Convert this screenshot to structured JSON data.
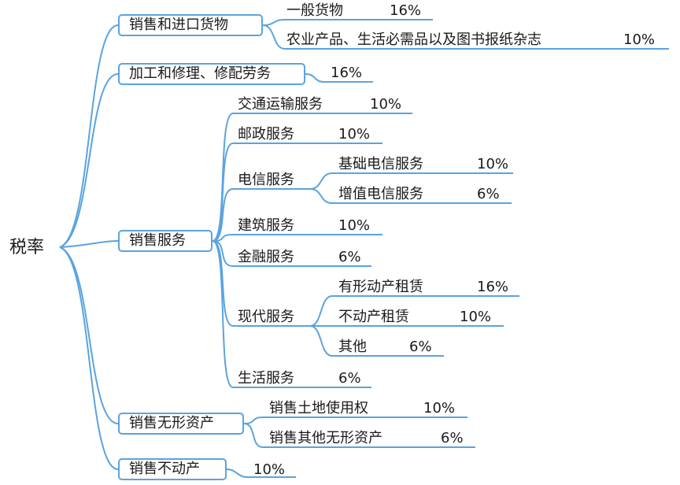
{
  "root": "税率",
  "n": {
    "goods": "销售和进口货物",
    "general_goods": "一般货物",
    "general_goods_rate": "16%",
    "agri_goods": "农业产品、生活必需品以及图书报纸杂志",
    "agri_goods_rate": "10%",
    "processing": "加工和修理、修配劳务",
    "processing_rate": "16%",
    "services": "销售服务",
    "transport": "交通运输服务",
    "transport_rate": "10%",
    "postal": "邮政服务",
    "postal_rate": "10%",
    "telecom": "电信服务",
    "basic_telecom": "基础电信服务",
    "basic_telecom_rate": "10%",
    "value_added_telecom": "增值电信服务",
    "value_added_telecom_rate": "6%",
    "construction": "建筑服务",
    "construction_rate": "10%",
    "finance": "金融服务",
    "finance_rate": "6%",
    "modern": "现代服务",
    "tangible_lease": "有形动产租赁",
    "tangible_lease_rate": "16%",
    "realestate_lease": "不动产租赁",
    "realestate_lease_rate": "10%",
    "other": "其他",
    "other_rate": "6%",
    "living": "生活服务",
    "living_rate": "6%",
    "intangible": "销售无形资产",
    "land_use": "销售土地使用权",
    "land_use_rate": "10%",
    "other_intangible": "销售其他无形资产",
    "other_intangible_rate": "6%",
    "realestate": "销售不动产",
    "realestate_rate": "10%"
  },
  "colors": {
    "line": "#5ba3e0"
  }
}
